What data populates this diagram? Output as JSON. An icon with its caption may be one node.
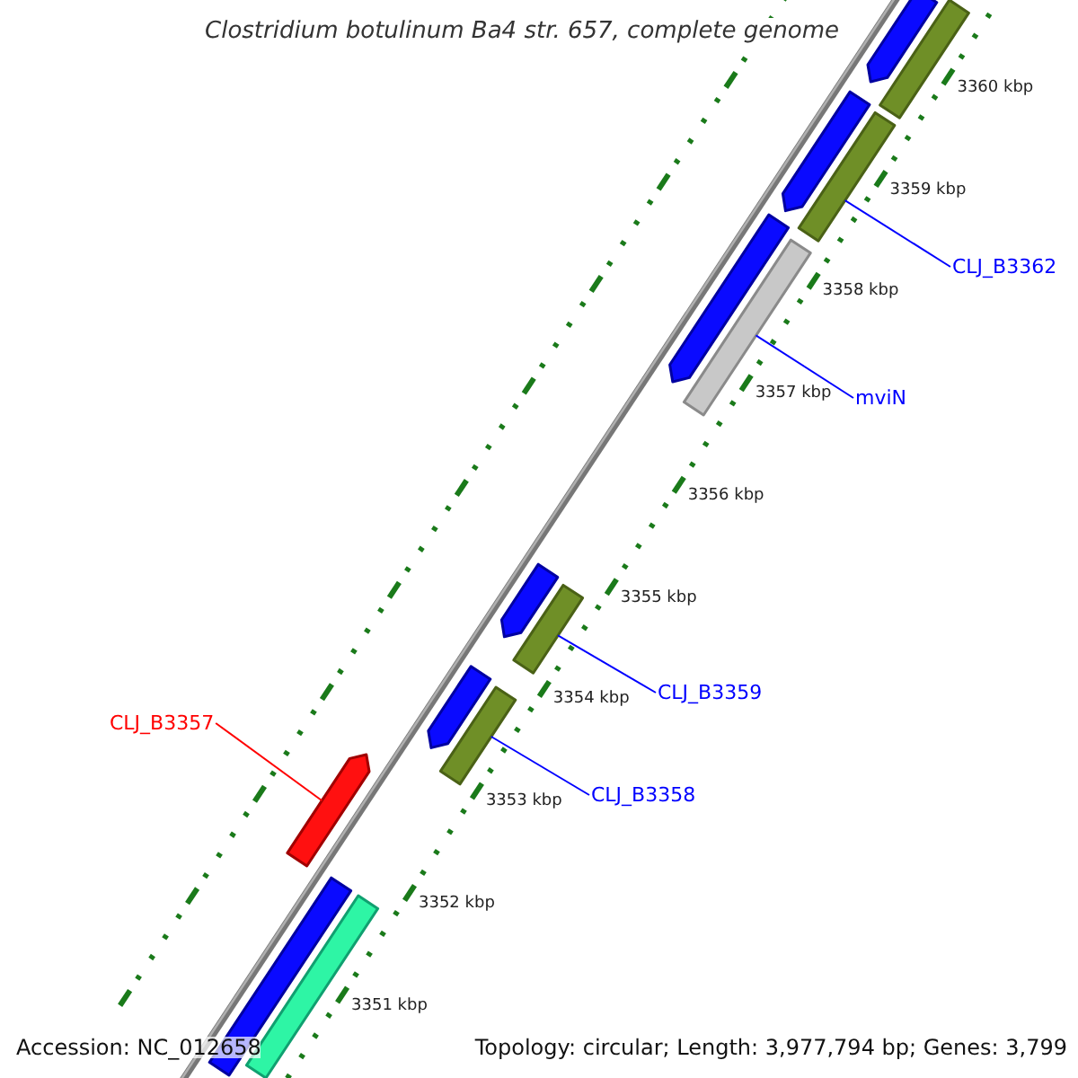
{
  "diagram": {
    "title": "Clostridium botulinum Ba4 str. 657, complete genome",
    "nodes": [
      {
        "text": [],
        "shape": "bar"
      },
      {
        "text": [],
        "shape": "bar"
      },
      {
        "text": [],
        "shape": "bar"
      },
      {
        "text": [],
        "shape": "bar"
      },
      {
        "text": [
          "CLJ_B3362"
        ]
      },
      {
        "text": [],
        "shape": "bar"
      },
      {
        "text": [],
        "shape": "bar"
      },
      {
        "text": [
          "mviN"
        ]
      },
      {
        "text": [],
        "shape": "bar"
      },
      {
        "text": [],
        "shape": "bar"
      },
      {
        "text": [
          "CLJ_B3359"
        ]
      },
      {
        "text": [],
        "shape": "bar"
      },
      {
        "text": [],
        "shape": "bar"
      },
      {
        "text": [
          "CLJ_B3357"
        ]
      },
      {
        "text": [],
        "shape": "bar"
      },
      {
        "text": [
          "CLJ_B3358"
        ]
      },
      {
        "text": [],
        "shape": "bar"
      },
      {
        "text": [],
        "shape": "bar"
      }
    ],
    "edges": [
      {
        "from": 4,
        "to": 3,
        "arrow": "none"
      },
      {
        "from": 7,
        "to": 6,
        "arrow": "none"
      },
      {
        "from": 10,
        "to": 9,
        "arrow": "none"
      },
      {
        "from": 13,
        "to": 14,
        "arrow": "none",
        "color": "#ff0000"
      },
      {
        "from": 15,
        "to": 12,
        "arrow": "none"
      }
    ],
    "labels": [
      "3360 kbp",
      "3359 kbp",
      "3358 kbp",
      "3357 kbp",
      "3356 kbp",
      "3355 kbp",
      "3354 kbp",
      "3353 kbp",
      "3352 kbp",
      "3351 kbp",
      "Accession: NC_012658",
      "Topology: circular; Length: 3,977,794 bp; Genes: 3,799"
    ]
  }
}
